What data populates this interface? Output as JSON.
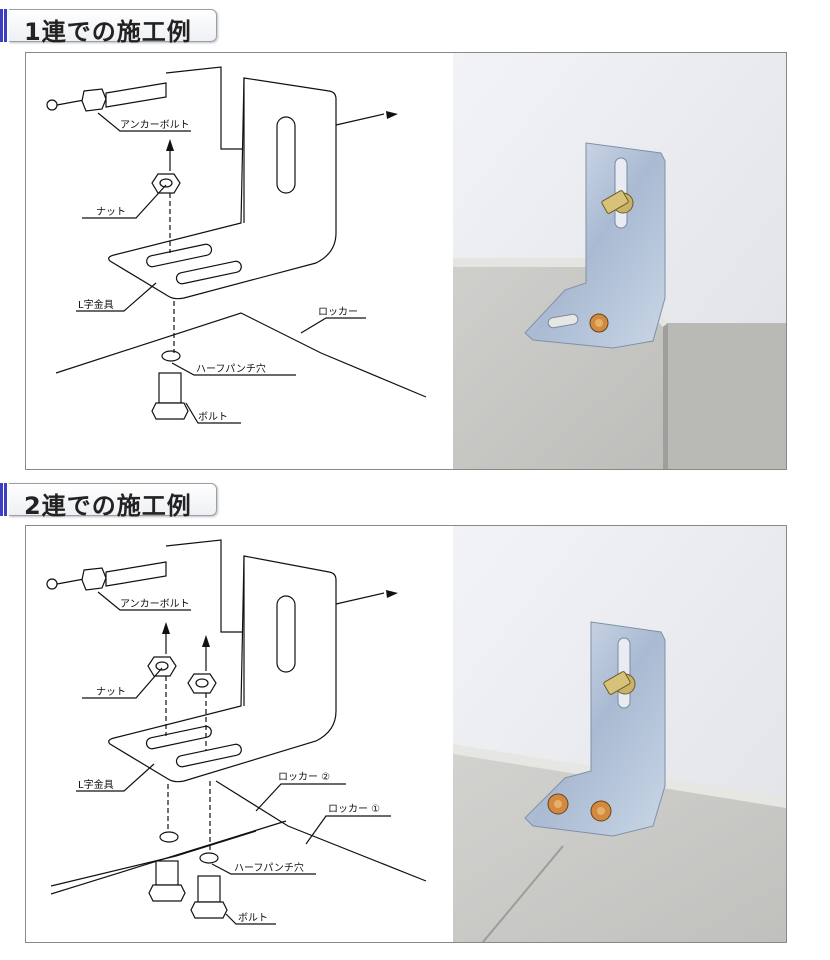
{
  "sections": [
    {
      "title": "1連での施工例",
      "labels": {
        "anchor_bolt": "アンカーボルト",
        "nut": "ナット",
        "l_bracket": "L字金具",
        "locker": "ロッカー",
        "half_punch_hole": "ハーフパンチ穴",
        "bolt": "ボルト"
      }
    },
    {
      "title": "2連での施工例",
      "labels": {
        "anchor_bolt": "アンカーボルト",
        "nut": "ナット",
        "l_bracket": "L字金具",
        "locker_2": "ロッカー ②",
        "locker_1": "ロッカー ①",
        "half_punch_hole": "ハーフパンチ穴",
        "bolt": "ボルト"
      }
    }
  ],
  "colors": {
    "accent": "#3c3fc2",
    "wall": "#e6e7ea",
    "cabinet_top": "#cfcfcc",
    "bracket": "#b9c8de"
  }
}
